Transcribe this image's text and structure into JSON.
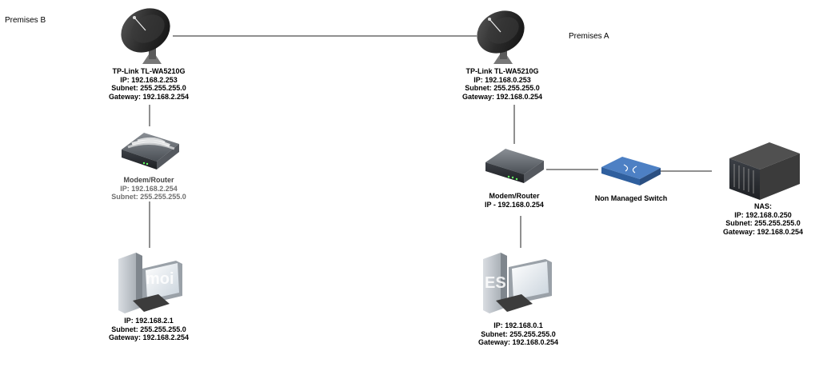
{
  "premises_b": "Premises B",
  "premises_a": "Premises A",
  "ap_b": [
    "TP-Link TL-WA5210G",
    "IP: 192.168.2.253",
    "Subnet: 255.255.255.0",
    "Gateway: 192.168.2.254"
  ],
  "ap_a": [
    "TP-Link TL-WA5210G",
    "IP: 192.168.0.253",
    "Subnet: 255.255.255.0",
    "Gateway: 192.168.0.254"
  ],
  "router_b": [
    "Modem/Router",
    "IP: 192.168.2.254",
    "Subnet: 255.255.255.0"
  ],
  "router_a": [
    "Modem/Router",
    "IP - 192.168.0.254"
  ],
  "switch": "Non Managed Switch",
  "nas": [
    "NAS:",
    "IP: 192.168.0.250",
    "Subnet: 255.255.255.0",
    "Gateway: 192.168.0.254"
  ],
  "pc_b": [
    "IP: 192.168.2.1",
    "Subnet: 255.255.255.0",
    "Gateway: 192.168.2.254"
  ],
  "pc_a": [
    "IP: 192.168.0.1",
    "Subnet: 255.255.255.0",
    "Gateway: 192.168.0.254"
  ],
  "pc_b_monitor_text": "moi",
  "pc_a_monitor_text": "ES",
  "colors": {
    "line": "#222222",
    "dish": "#2d2d2d",
    "switch": "#3a6fb0",
    "server": "#2e2e2e"
  }
}
